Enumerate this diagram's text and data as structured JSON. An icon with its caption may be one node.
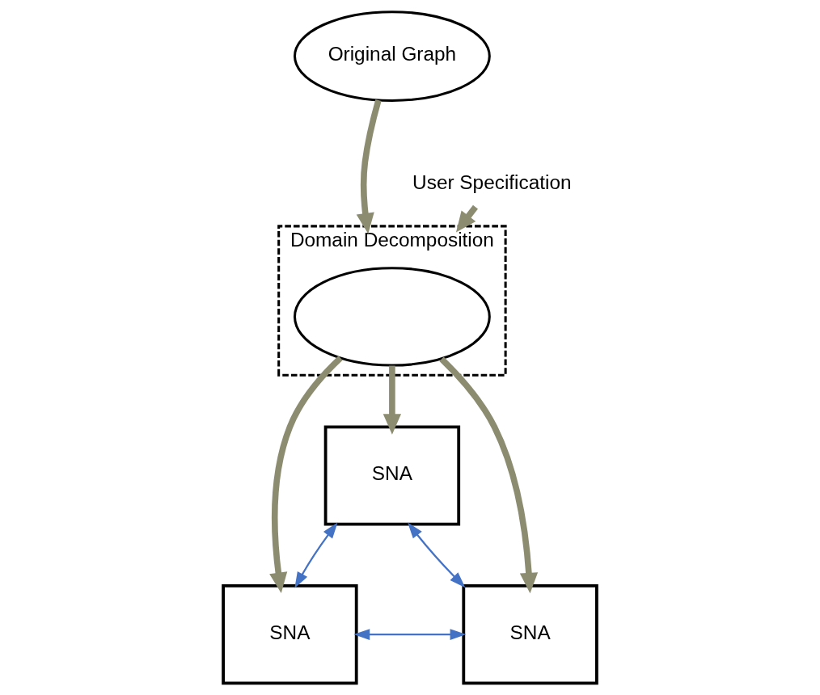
{
  "diagram": {
    "nodes": [
      {
        "text": [
          "Original Graph"
        ]
      },
      {
        "text": [
          "Domain Decomposition"
        ]
      },
      {
        "text": [],
        "shape": "ellipse",
        "in": 1
      },
      {
        "text": [
          "User Specification"
        ]
      },
      {
        "text": [
          "SNA"
        ]
      },
      {
        "text": [
          "SNA"
        ]
      },
      {
        "text": [
          "SNA"
        ]
      }
    ],
    "edges": [
      {
        "from": 0,
        "to": 1,
        "arrow": "to"
      },
      {
        "from": 3,
        "to": 1,
        "arrow": "to"
      },
      {
        "from": 2,
        "to": 4,
        "arrow": "to"
      },
      {
        "from": 2,
        "to": 5,
        "arrow": "to"
      },
      {
        "from": 2,
        "to": 6,
        "arrow": "to"
      },
      {
        "from": 5,
        "to": 4,
        "arrow": "both",
        "color": "#4472c4"
      },
      {
        "from": 5,
        "to": 6,
        "arrow": "both",
        "color": "#4472c4"
      },
      {
        "from": 4,
        "to": 6,
        "arrow": "both",
        "color": "#4472c4"
      }
    ]
  }
}
